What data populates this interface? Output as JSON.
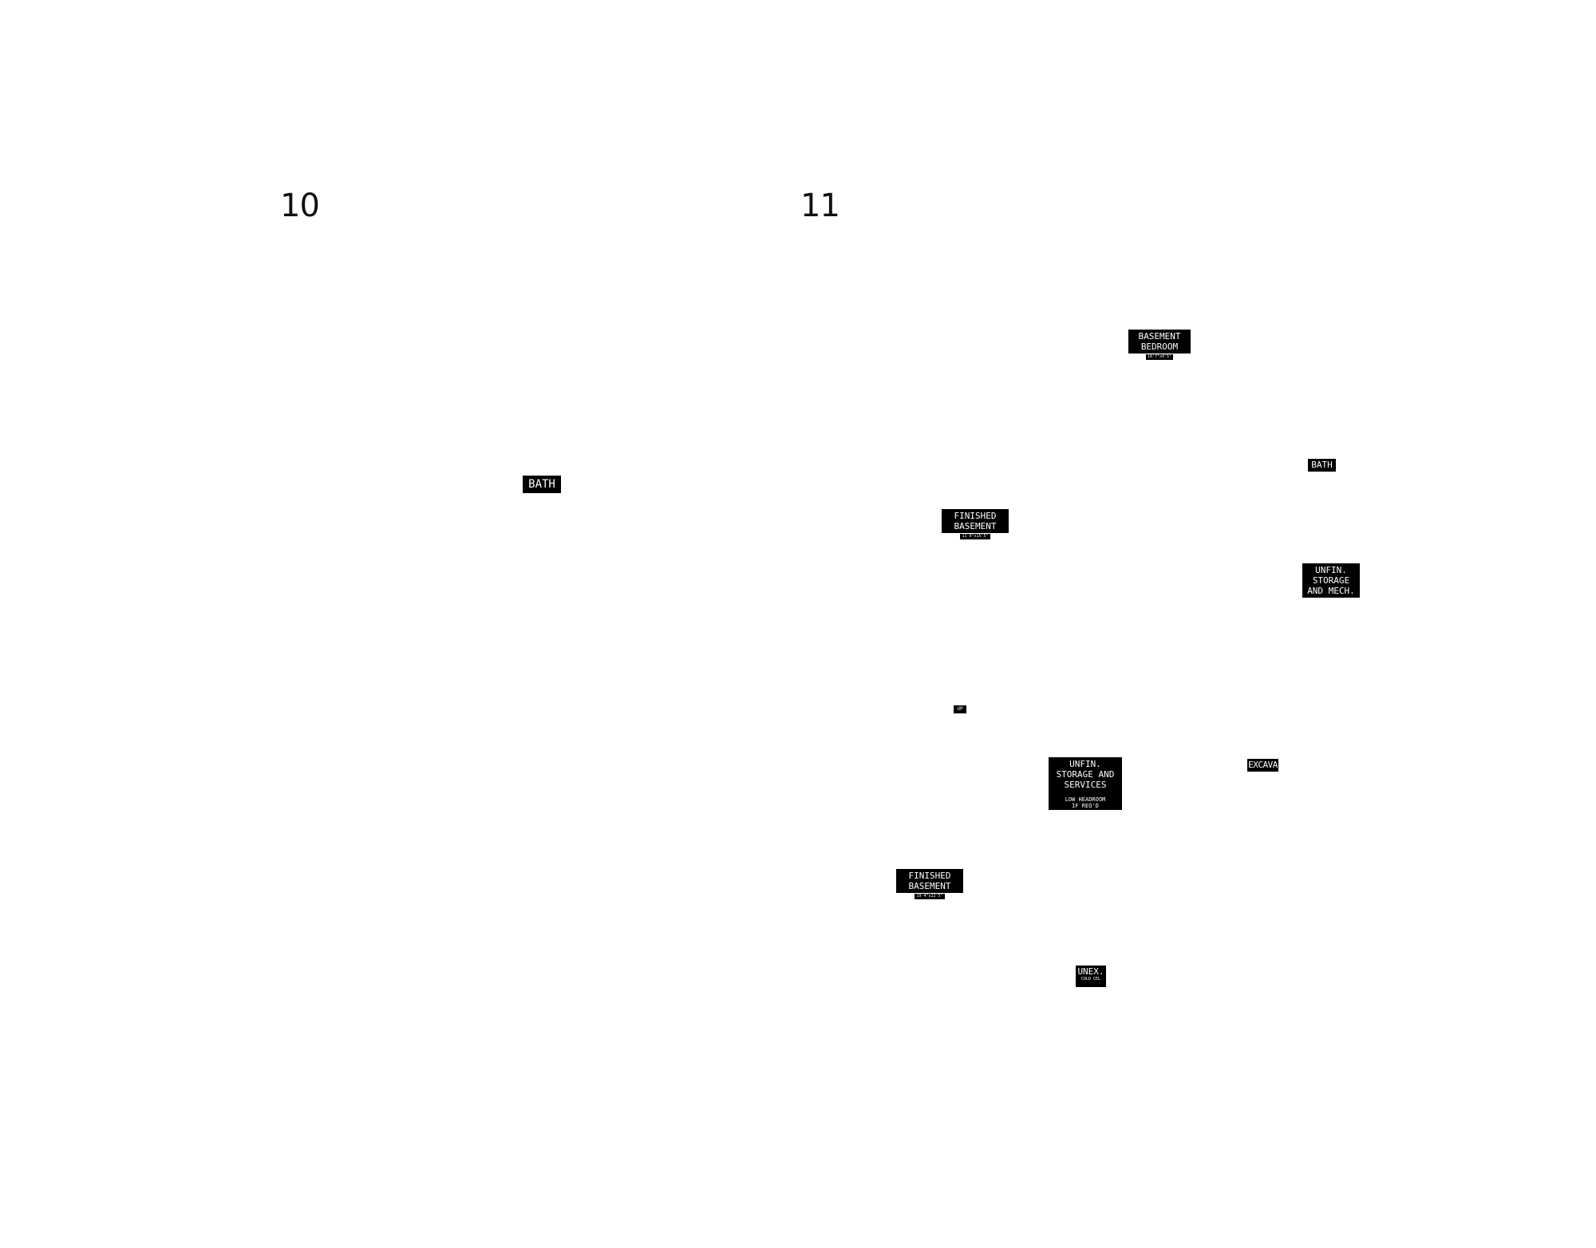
{
  "sheets": [
    {
      "number": "10"
    },
    {
      "number": "11"
    }
  ],
  "labels": {
    "bath_left": {
      "name": "BATH"
    },
    "basement_bedroom": {
      "name": "BASEMENT\nBEDROOM",
      "dim": "18'7\"x9'5\""
    },
    "bath_right": {
      "name": "BATH"
    },
    "finished_basement_1": {
      "name": "FINISHED\nBASEMENT",
      "dim": "11'9\"x15'5\""
    },
    "unfin_storage_mech": {
      "name": "UNFIN.\nSTORAGE\nAND MECH."
    },
    "up": {
      "name": "UP"
    },
    "unfin_storage_services": {
      "name": "UNFIN.\nSTORAGE AND\nSERVICES",
      "note": "LOW HEADROOM\nIF REQ'D"
    },
    "excava": {
      "name": "EXCAVA"
    },
    "finished_basement_2": {
      "name": "FINISHED\nBASEMENT",
      "dim": "19'4\"x22'5\""
    },
    "unex": {
      "name": "UNEX.",
      "dim": "COLD CEL"
    }
  }
}
